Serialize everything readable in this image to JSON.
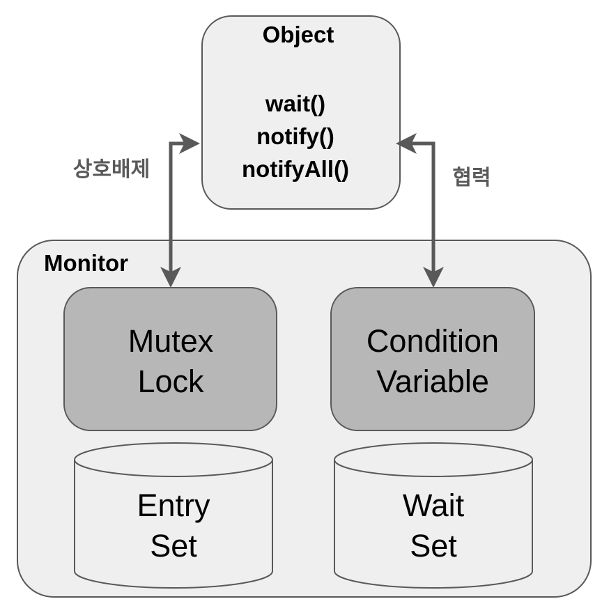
{
  "object": {
    "title": "Object",
    "methods": [
      "wait()",
      "notify()",
      "notifyAll()"
    ]
  },
  "monitor": {
    "title": "Monitor"
  },
  "mutex_lock": {
    "lines": [
      "Mutex",
      "Lock"
    ]
  },
  "condition_variable": {
    "lines": [
      "Condition",
      "Variable"
    ]
  },
  "entry_set": {
    "lines": [
      "Entry",
      "Set"
    ]
  },
  "wait_set": {
    "lines": [
      "Wait",
      "Set"
    ]
  },
  "labels": {
    "mutual_exclusion": "상호배제",
    "cooperation": "협력"
  },
  "colors": {
    "box_fill": "#efefef",
    "dark_fill": "#b7b7b7",
    "stroke": "#595959",
    "arrow": "#595959",
    "label_text": "#595959",
    "text": "#000000"
  }
}
